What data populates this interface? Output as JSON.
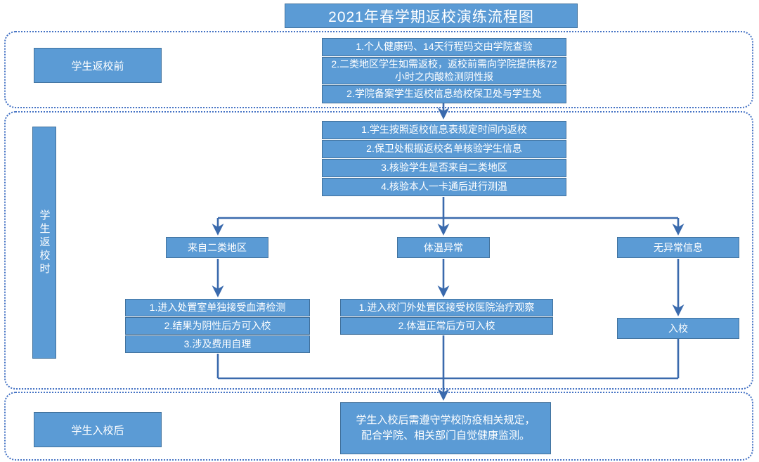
{
  "title": "2021年春学期返校演练流程图",
  "colors": {
    "box_fill": "#5B9BD5",
    "box_border": "#41719C",
    "connector": "#3A6AAD",
    "dashed_border": "#4472C4",
    "text": "#FFFFFF"
  },
  "sections": {
    "before": {
      "label": "学生返校前",
      "steps": [
        "1.个人健康码、14天行程码交由学院查验",
        "2.二类地区学生如需返校，返校前需向学院提供核72小时之内酸检测阴性报",
        "2.学院备案学生返校信息给校保卫处与学生处"
      ]
    },
    "during": {
      "label": "学生返校时",
      "entry_steps": [
        "1.学生按照返校信息表规定时间内返校",
        "2.保卫处根据返校名单核验学生信息",
        "3.核验学生是否来自二类地区",
        "4.核验本人一卡通后进行测温"
      ],
      "branches": [
        {
          "condition": "来自二类地区",
          "actions": [
            "1.进入处置室单独接受血清检测",
            "2.结果为阴性后方可入校",
            "3.涉及费用自理"
          ]
        },
        {
          "condition": "体温异常",
          "actions": [
            "1.进入校门外处置区接受校医院治疗观察",
            "2.体温正常后方可入校"
          ]
        },
        {
          "condition": "无异常信息",
          "actions": [
            "入校"
          ]
        }
      ]
    },
    "after": {
      "label": "学生入校后",
      "note": "学生入校后需遵守学校防疫相关规定，\n配合学院、相关部门自觉健康监测。"
    }
  }
}
